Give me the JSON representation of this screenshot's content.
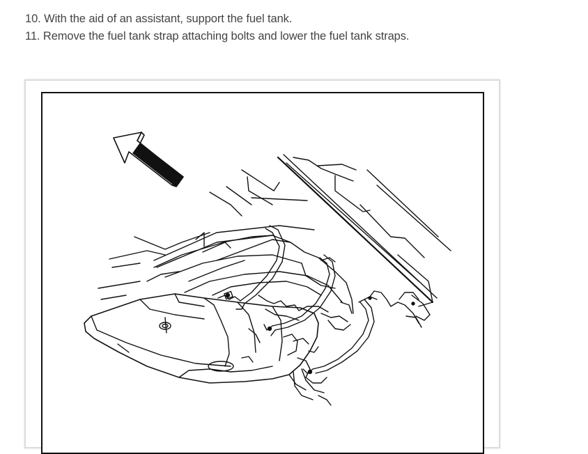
{
  "steps": [
    {
      "text": "10. With the aid of an assistant, support the fuel tank."
    },
    {
      "text": "11. Remove the fuel tank strap attaching bolts and lower the fuel tank straps."
    }
  ],
  "figure": {
    "icon": "fuel-tank-strap-diagram"
  }
}
